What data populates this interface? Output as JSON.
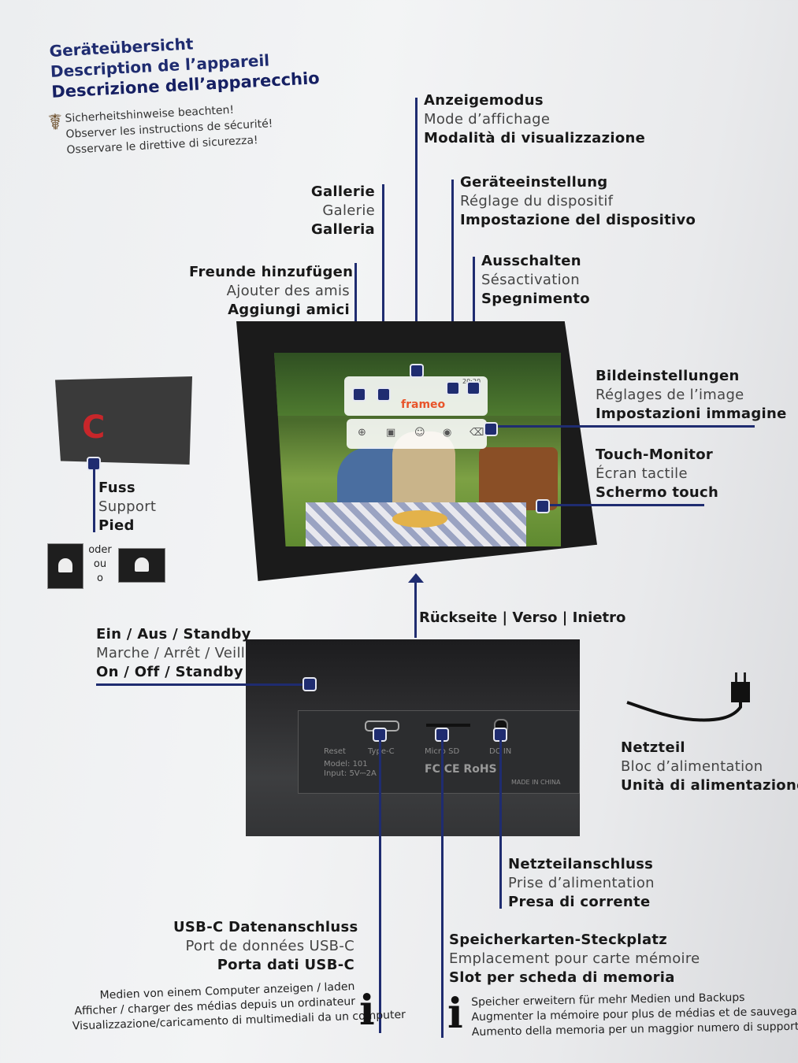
{
  "header": {
    "title_de": "Geräteübersicht",
    "title_fr": "Description de l’appareil",
    "title_it": "Descrizione dell’apparecchio"
  },
  "safety": {
    "de": "Sicherheitshinweise beachten!",
    "fr": "Observer les instructions de sécurité!",
    "it": "Osservare le direttive di sicurezza!"
  },
  "labels": {
    "display_mode": {
      "de": "Anzeigemodus",
      "fr": "Mode d’affichage",
      "it": "Modalità di visualizzazione"
    },
    "gallery": {
      "de": "Gallerie",
      "fr": "Galerie",
      "it": "Galleria"
    },
    "settings": {
      "de": "Geräteeinstellung",
      "fr": "Réglage du dispositif",
      "it": "Impostazione del dispositivo"
    },
    "add_friends": {
      "de": "Freunde hinzufügen",
      "fr": "Ajouter des amis",
      "it": "Aggiungi amici"
    },
    "power_off": {
      "de": "Ausschalten",
      "fr": "Sésactivation",
      "it": "Spegnimento"
    },
    "image_settings": {
      "de": "Bildeinstellungen",
      "fr": "Réglages de l’image",
      "it": "Impostazioni immagine"
    },
    "touch": {
      "de": "Touch-Monitor",
      "fr": "Écran tactile",
      "it": "Schermo touch"
    },
    "stand": {
      "de": "Fuss",
      "fr": "Support",
      "it": "Pied"
    },
    "on_off": {
      "de": "Ein / Aus / Standby",
      "fr": "Marche / Arrêt / Veille",
      "it": "On / Off / Standby"
    },
    "adapter": {
      "de": "Netzteil",
      "fr": "Bloc d’alimentation",
      "it": "Unità di alimentazione"
    },
    "power_socket": {
      "de": "Netzteilanschluss",
      "fr": "Prise d’alimentation",
      "it": "Presa di corrente"
    },
    "usbc": {
      "de": "USB-C Datenanschluss",
      "fr": "Port de données USB-C",
      "it": "Porta dati USB-C"
    },
    "sd": {
      "de": "Speicherkarten-Steckplatz",
      "fr": "Emplacement pour carte mémoire",
      "it": "Slot per scheda di memoria"
    }
  },
  "orientation": {
    "de": "oder",
    "fr": "ou",
    "it": "o"
  },
  "back_caption": {
    "de": "Rückseite",
    "sep": "|",
    "fr": "Verso",
    "it": "Inietro"
  },
  "usbc_note": {
    "de": "Medien von einem Computer anzeigen / laden",
    "fr": "Afficher / charger des médias depuis un ordinateur",
    "it": "Visualizzazione/caricamento di multimediali da un computer"
  },
  "sd_note": {
    "de": "Speicher erweitern für mehr Medien und Backups",
    "fr": "Augmenter la mémoire pour plus de médias et de sauvegardes",
    "it": "Aumento della memoria per un maggior numero di supporti e back"
  },
  "screen_ui": {
    "brand": "frameo",
    "time": "20:20"
  },
  "back_panel": {
    "reset": "Reset",
    "type_c": "Type-C",
    "micro_sd": "Micro SD",
    "dc_in": "DC IN",
    "model": "Model: 101",
    "input": "Input: 5V⎓2A",
    "fcc": "FC CE RoHS",
    "made": "MADE IN CHINA"
  },
  "colors": {
    "accent": "#1f2c70",
    "frameo": "#e8542a"
  }
}
